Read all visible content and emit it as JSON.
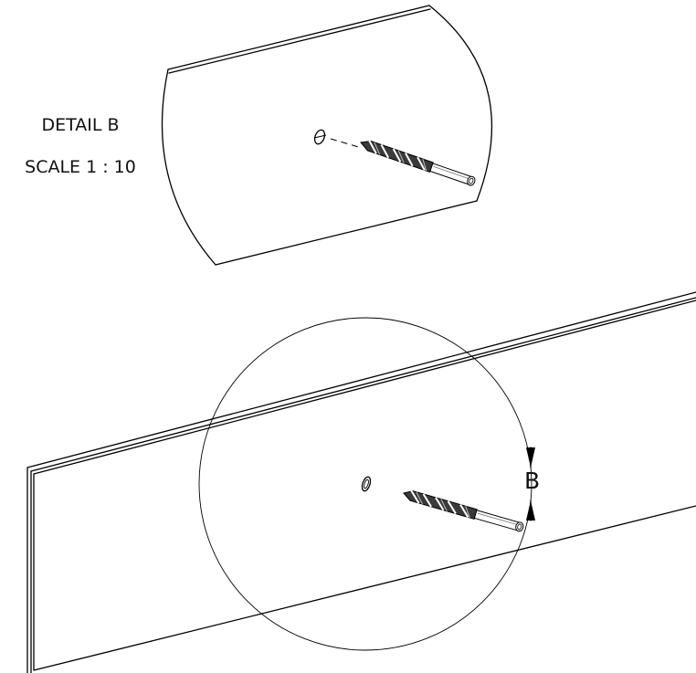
{
  "detail_view": {
    "title": "DETAIL B",
    "scale": "SCALE 1 : 10"
  },
  "callout": {
    "letter": "B"
  },
  "parts": {
    "panel_icon": "board-panel",
    "tool_icon": "twist-drill-bit",
    "hole_icon": "pilot-hole"
  }
}
